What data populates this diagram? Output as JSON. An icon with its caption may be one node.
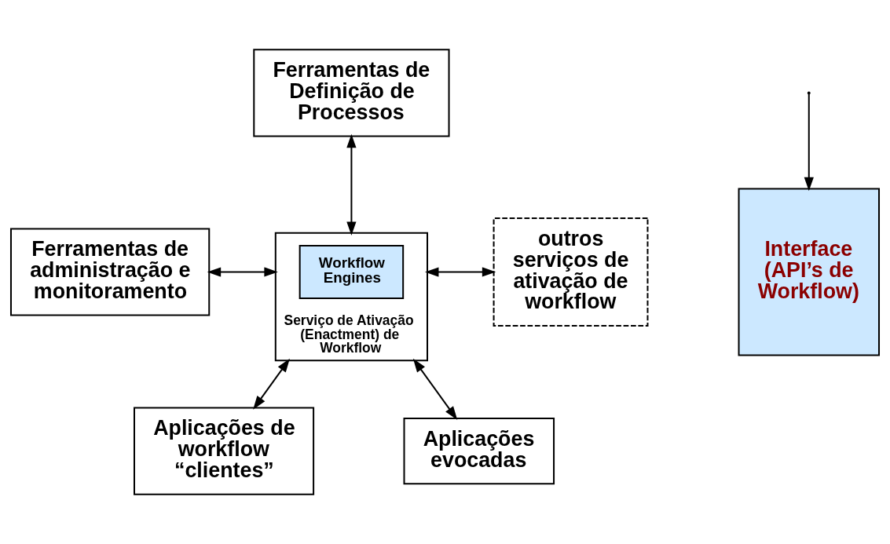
{
  "diagram": {
    "nodes": [
      {
        "text": [
          "Ferramentas de Definição de Processos"
        ]
      },
      {
        "text": [
          "Interface (API’s de Workflow)"
        ]
      },
      {
        "text": [
          "Ferramentas de administração e monitoramento"
        ]
      },
      {
        "text": [
          "Serviço de Ativação (Enactment) de Workflow"
        ]
      },
      {
        "text": [
          "Workflow Engines"
        ],
        "in": 3
      },
      {
        "text": [
          "outros serviços de ativação de workflow"
        ]
      },
      {
        "text": [
          "Aplicações de workflow “clientes”"
        ]
      },
      {
        "text": [
          "Aplicações evocadas"
        ]
      }
    ],
    "edges": [
      {
        "from": 0,
        "to": 3,
        "arrow": "both"
      },
      {
        "from": 2,
        "to": 3,
        "arrow": "both"
      },
      {
        "from": 3,
        "to": 5,
        "arrow": "both"
      },
      {
        "from": 3,
        "to": 6,
        "arrow": "both"
      },
      {
        "from": 3,
        "to": 7,
        "arrow": "both"
      },
      {
        "from": null,
        "to": 1,
        "arrow": "to"
      }
    ]
  }
}
